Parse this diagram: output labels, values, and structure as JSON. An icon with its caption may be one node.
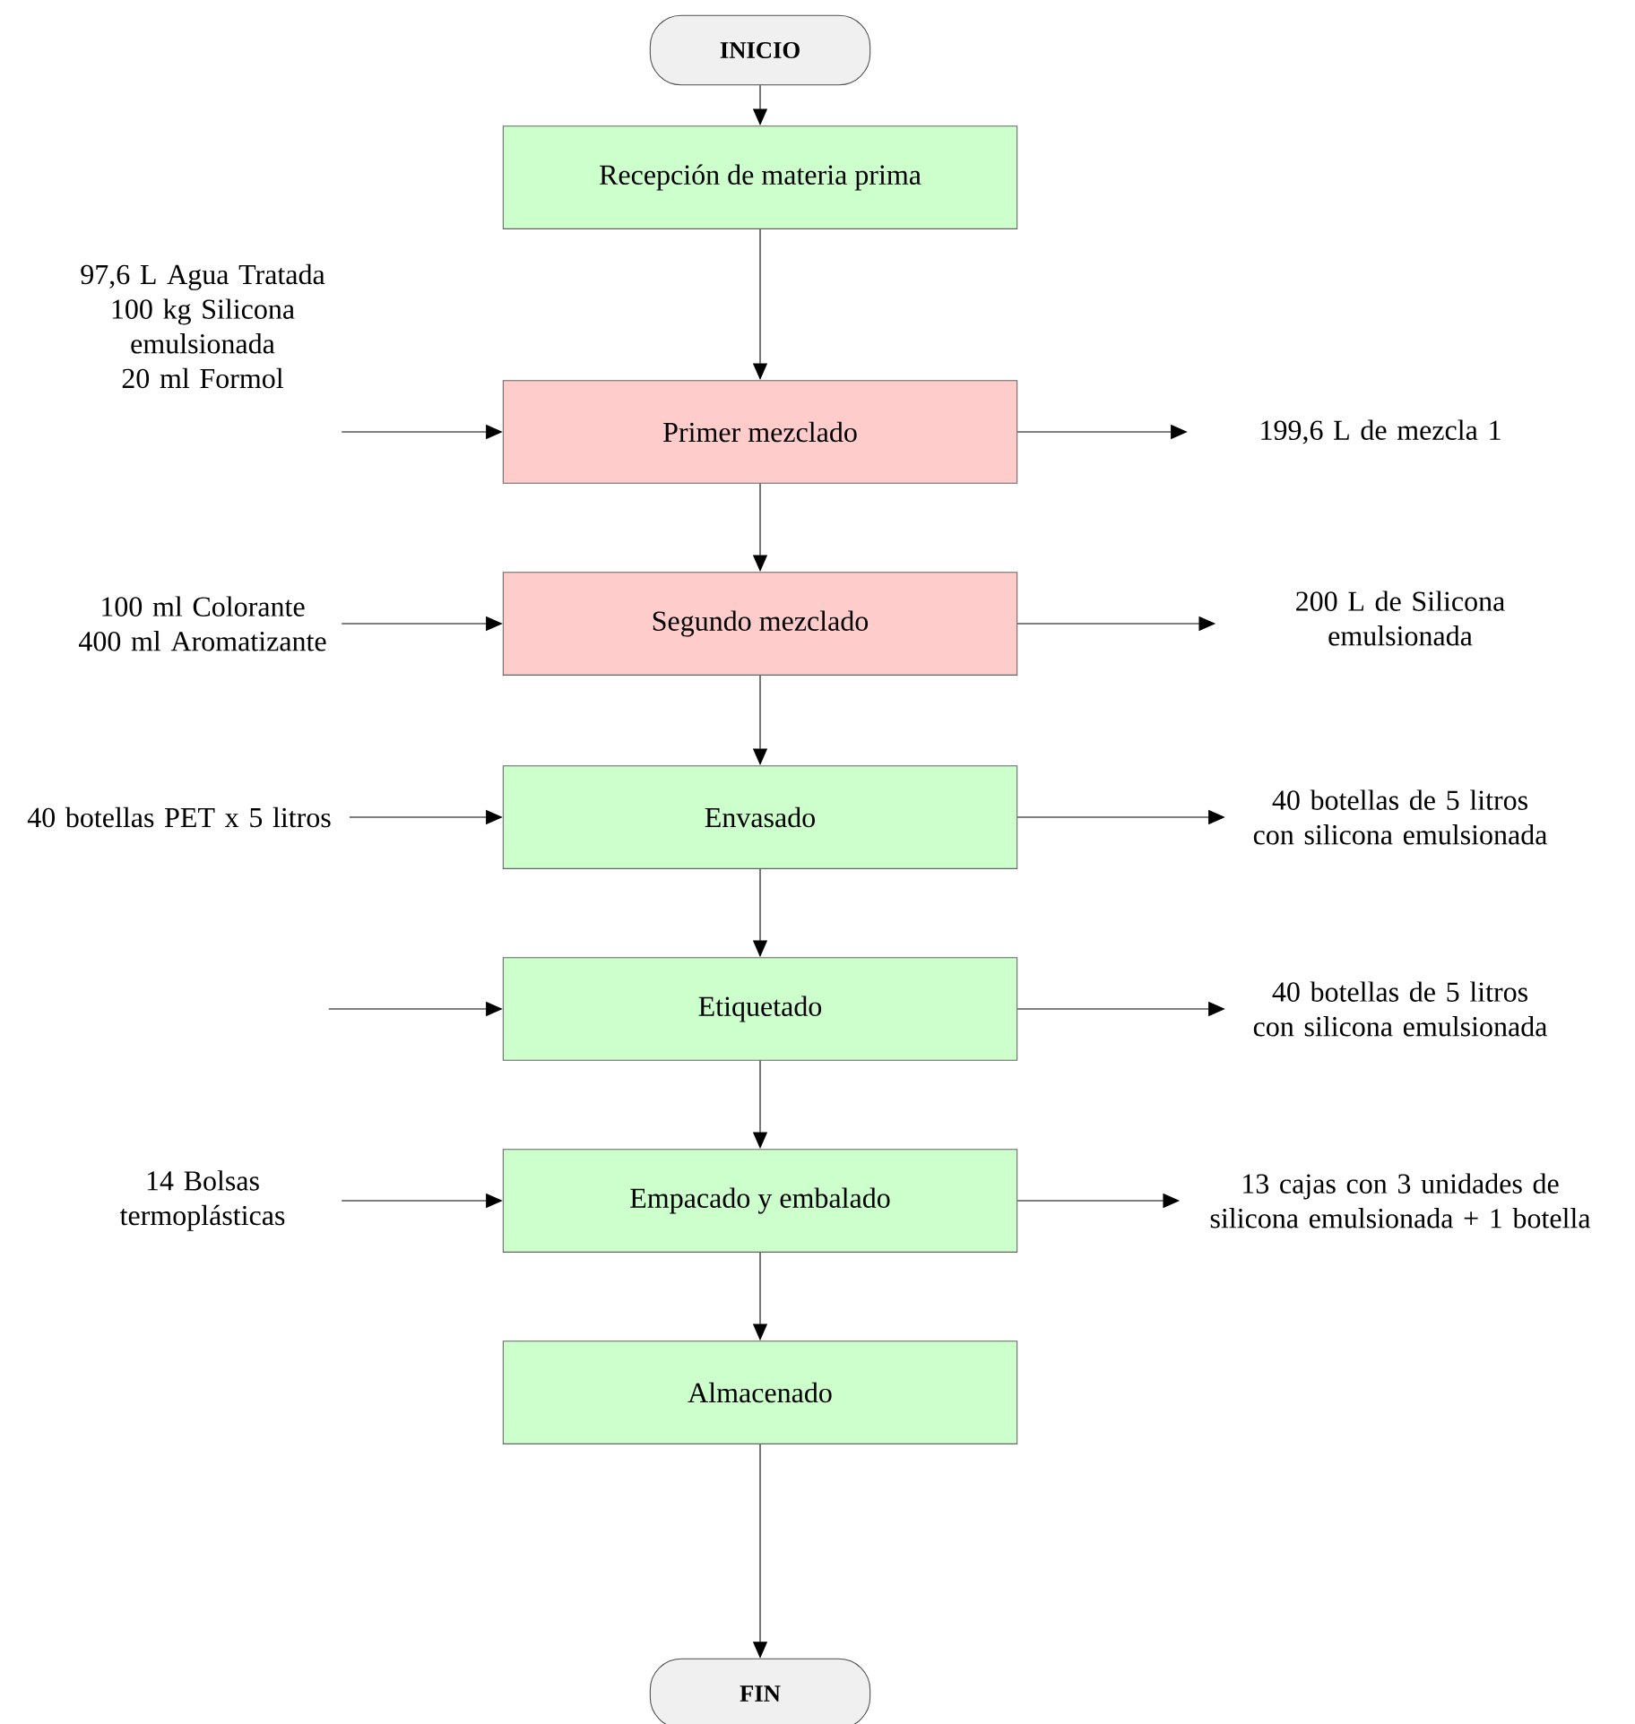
{
  "diagram": {
    "nodes": [
      {
        "text": [
          "INICIO"
        ]
      },
      {
        "text": [
          "Recepción de materia prima"
        ]
      },
      {
        "text": [
          "Primer mezclado"
        ]
      },
      {
        "text": [
          "Segundo mezclado"
        ]
      },
      {
        "text": [
          "Envasado"
        ]
      },
      {
        "text": [
          "Etiquetado"
        ]
      },
      {
        "text": [
          "Empacado y embalado"
        ]
      },
      {
        "text": [
          "Almacenado"
        ]
      },
      {
        "text": [
          "FIN"
        ]
      },
      {
        "text": [
          "97,6 L Agua Tratada 100 kg Silicona emulsionada 20 ml Formol"
        ]
      },
      {
        "text": [
          "199,6 L de mezcla 1"
        ]
      },
      {
        "text": [
          "100 ml Colorante 400 ml Aromatizante"
        ]
      },
      {
        "text": [
          "200 L de Silicona emulsionada"
        ]
      },
      {
        "text": [
          "40 botellas PET x 5 litros"
        ]
      },
      {
        "text": [
          "40 botellas de 5 litros con silicona emulsionada"
        ]
      },
      {
        "text": [
          "40 botellas de 5 litros con silicona emulsionada"
        ]
      },
      {
        "text": [
          "14 Bolsas termoplásticas"
        ]
      },
      {
        "text": [
          "13 cajas con 3 unidades de silicona emulsionada + 1 botella"
        ]
      }
    ],
    "edges": [
      {
        "from": 0,
        "to": 1,
        "arrow": "to"
      },
      {
        "from": 1,
        "to": 2,
        "arrow": "to"
      },
      {
        "from": 2,
        "to": 3,
        "arrow": "to"
      },
      {
        "from": 3,
        "to": 4,
        "arrow": "to"
      },
      {
        "from": 4,
        "to": 5,
        "arrow": "to"
      },
      {
        "from": 5,
        "to": 6,
        "arrow": "to"
      },
      {
        "from": 6,
        "to": 7,
        "arrow": "to"
      },
      {
        "from": 7,
        "to": 8,
        "arrow": "to"
      },
      {
        "from": 9,
        "to": 2,
        "arrow": "to"
      },
      {
        "from": 2,
        "to": 10,
        "arrow": "to"
      },
      {
        "from": 11,
        "to": 3,
        "arrow": "to"
      },
      {
        "from": 3,
        "to": 12,
        "arrow": "to"
      },
      {
        "from": 13,
        "to": 4,
        "arrow": "to"
      },
      {
        "from": 4,
        "to": 14,
        "arrow": "to"
      },
      {
        "from": null,
        "to": 5,
        "arrow": "to"
      },
      {
        "from": 5,
        "to": 15,
        "arrow": "to"
      },
      {
        "from": 16,
        "to": 6,
        "arrow": "to"
      },
      {
        "from": 6,
        "to": 17,
        "arrow": "to"
      }
    ]
  }
}
